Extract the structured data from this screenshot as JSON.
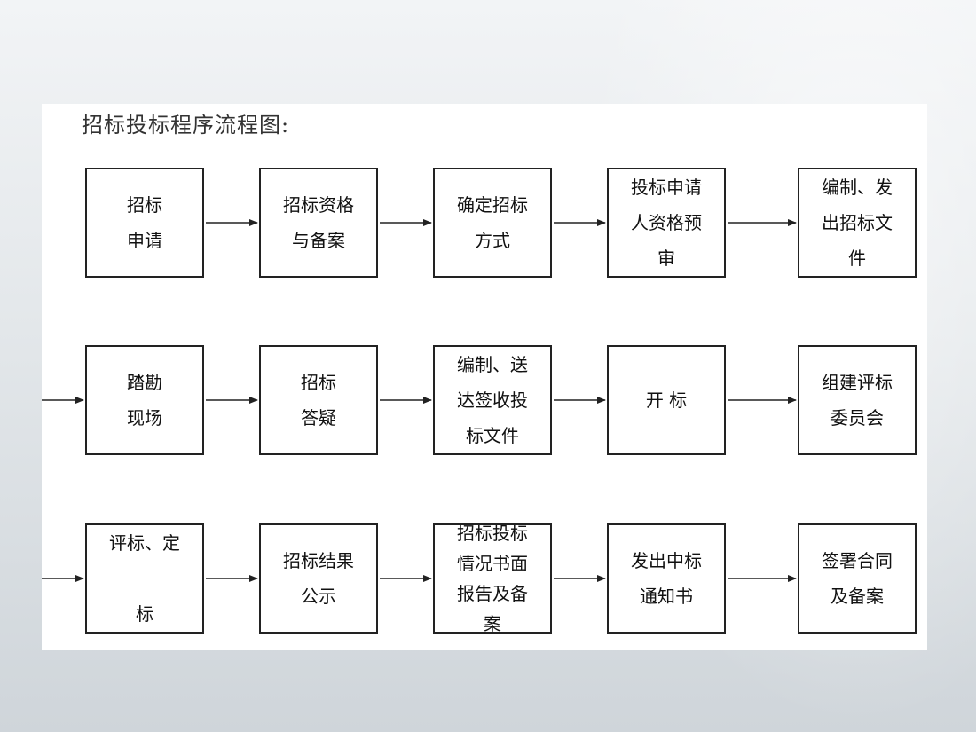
{
  "title": "招标投标程序流程图:",
  "nodes": [
    {
      "id": "n1",
      "label": "招标\n申请"
    },
    {
      "id": "n2",
      "label": "招标资格\n与备案"
    },
    {
      "id": "n3",
      "label": "确定招标\n方式"
    },
    {
      "id": "n4",
      "label": "投标申请\n人资格预\n审"
    },
    {
      "id": "n5",
      "label": "编制、发\n出招标文\n件"
    },
    {
      "id": "n6",
      "label": "踏勘\n现场"
    },
    {
      "id": "n7",
      "label": "招标\n答疑"
    },
    {
      "id": "n8",
      "label": "编制、送\n达签收投\n标文件"
    },
    {
      "id": "n9",
      "label": "开  标"
    },
    {
      "id": "n10",
      "label": "组建评标\n委员会"
    },
    {
      "id": "n11",
      "label": "评标、定\n\n标"
    },
    {
      "id": "n12",
      "label": "招标结果\n公示"
    },
    {
      "id": "n13",
      "label": "招标投标\n情况书面\n报告及备\n案"
    },
    {
      "id": "n14",
      "label": "发出中标\n通知书"
    },
    {
      "id": "n15",
      "label": "签署合同\n及备案"
    }
  ],
  "edges": [
    [
      "n1",
      "n2"
    ],
    [
      "n2",
      "n3"
    ],
    [
      "n3",
      "n4"
    ],
    [
      "n4",
      "n5"
    ],
    [
      "entry-row2",
      "n6"
    ],
    [
      "n6",
      "n7"
    ],
    [
      "n7",
      "n8"
    ],
    [
      "n8",
      "n9"
    ],
    [
      "n9",
      "n10"
    ],
    [
      "entry-row3",
      "n11"
    ],
    [
      "n11",
      "n12"
    ],
    [
      "n12",
      "n13"
    ],
    [
      "n13",
      "n14"
    ],
    [
      "n14",
      "n15"
    ]
  ]
}
